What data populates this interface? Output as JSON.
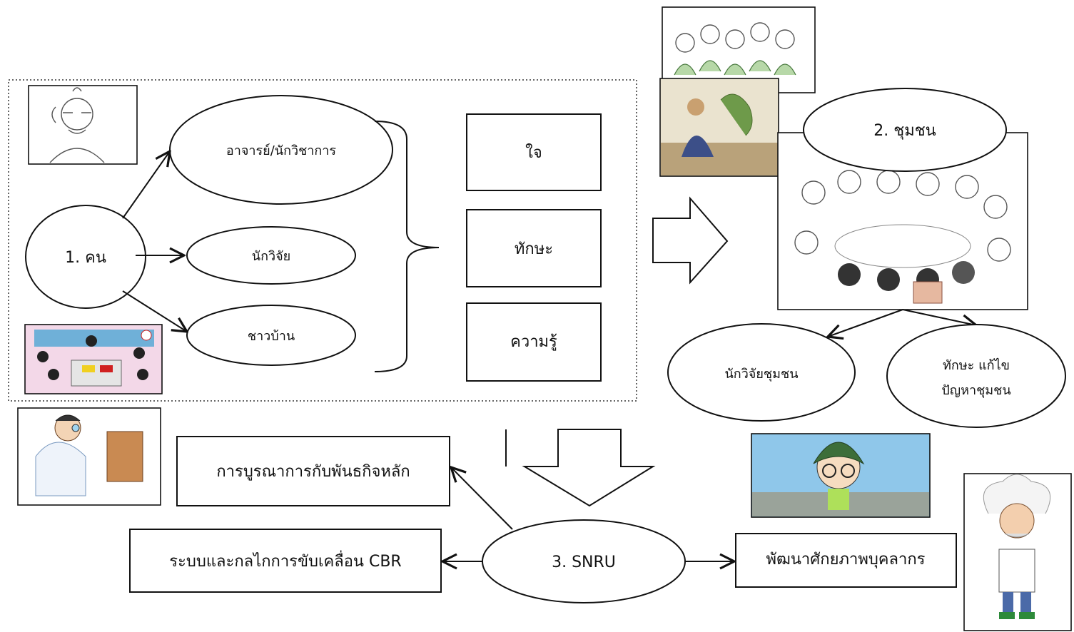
{
  "group1": {
    "root": "1. คน",
    "roles": [
      "อาจารย์/นักวิชาการ",
      "นักวิจัย",
      "ชาวบ้าน"
    ],
    "attributes": [
      "ใจ",
      "ทักษะ",
      "ความรู้"
    ]
  },
  "group2": {
    "root": "2. ชุมชน",
    "outputs": [
      "นักวิจัยชุมชน",
      "ทักษะ แก้ไข",
      "ปัญหาชุมชน"
    ]
  },
  "group3": {
    "root": "3. SNRU",
    "outputs": [
      "การบูรณาการกับพันธกิจหลัก",
      "ระบบและกลไกการขับเคลื่อน CBR",
      "พัฒนาศักยภาพบุคลากร"
    ]
  },
  "illustrations": [
    "thinking-person-sketch",
    "classroom-meeting",
    "scientist-at-desk",
    "villagers-sketch",
    "farmer-photo",
    "community-meeting-sketch",
    "cartoon-boy-glasses",
    "einstein-cartoon"
  ],
  "colors": {
    "line": "#111111",
    "background": "#ffffff"
  }
}
